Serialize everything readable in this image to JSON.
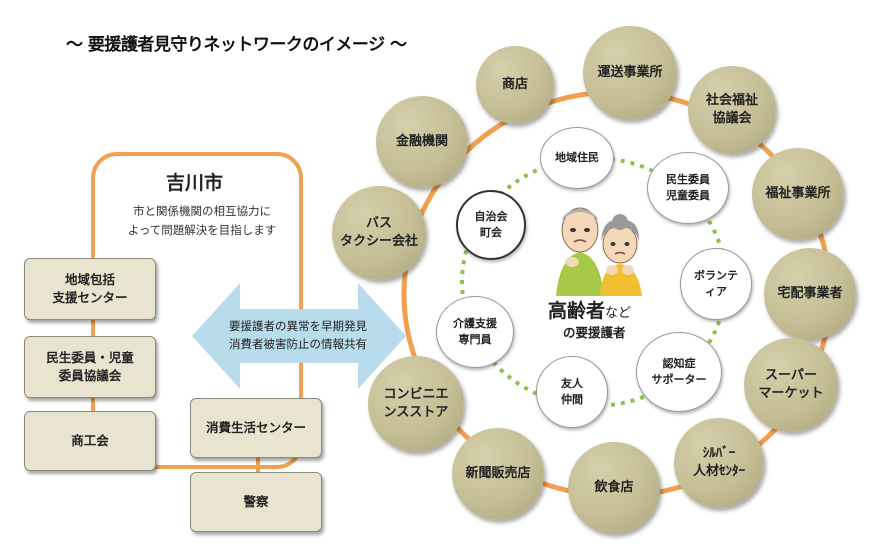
{
  "title": "～ 要援護者見守りネットワークのイメージ ～",
  "city": {
    "name": "吉川市",
    "description": "市と関係機関の相互協力に\nよって問題解決を目指します"
  },
  "left_boxes": [
    "地域包括\n支援センター",
    "民生委員・児童\n委員協議会",
    "商工会"
  ],
  "right_boxes": [
    "消費生活センター",
    "警察"
  ],
  "arrow_text": "要援護者の異常を早期発見\n消費者被害防止の情報共有",
  "outer_nodes": [
    "商店",
    "運送事業所",
    "社会福祉\n協議会",
    "福祉事業所",
    "宅配事業者",
    "スーパー\nマーケット",
    "ｼﾙﾊﾞｰ\n人材ｾﾝﾀｰ",
    "飲食店",
    "新聞販売店",
    "コンビニエ\nンスストア",
    "バス\nタクシー会社",
    "金融機関"
  ],
  "inner_nodes": [
    "地域住民",
    "民生委員\n児童委員",
    "ボランティア",
    "認知症\nサポーター",
    "友人\n仲間",
    "介護支援\n専門員",
    "自治会\n町会"
  ],
  "inner_node_display": [
    "地域住民",
    "民生委員\n児童委員",
    "ボランテ\nィア",
    "認知症\nサポーター",
    "友人\n仲間",
    "介護支援\n専門員",
    "自治会\n町会"
  ],
  "center": {
    "main": "高齢者",
    "suffix": "など",
    "sub": "の要援護者"
  },
  "colors": {
    "orange": "#f0a050",
    "dotted_green": "#8cc44a",
    "arrow_blue": "#b8dcec",
    "box_fill": "#e8e4cf",
    "outer_circle": "#c4bd95"
  }
}
